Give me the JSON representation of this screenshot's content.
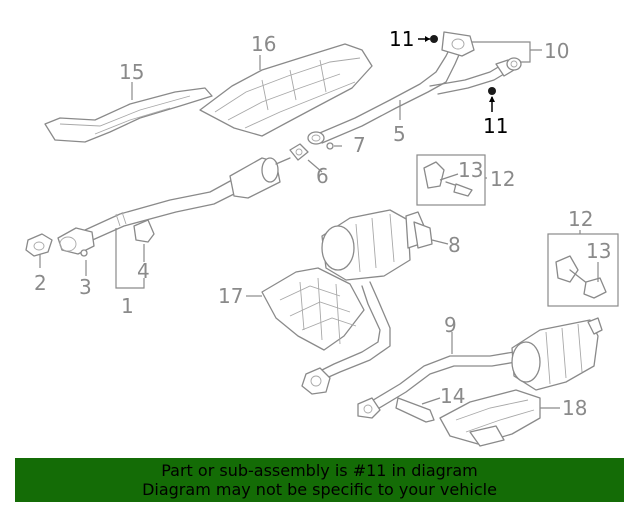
{
  "callouts": {
    "c1": "1",
    "c2": "2",
    "c3": "3",
    "c4": "4",
    "c5": "5",
    "c6": "6",
    "c7": "7",
    "c8": "8",
    "c9": "9",
    "c10": "10",
    "c11a": "11",
    "c11b": "11",
    "c12a": "12",
    "c12b": "12",
    "c13a": "13",
    "c13b": "13",
    "c14": "14",
    "c15": "15",
    "c16": "16",
    "c17": "17",
    "c18": "18"
  },
  "highlight": {
    "part_number": "11",
    "color": "#000000"
  },
  "banner": {
    "line1": "Part or sub-assembly is #11 in diagram",
    "line2": "Diagram may not be specific to your vehicle",
    "background": "#146c06"
  }
}
